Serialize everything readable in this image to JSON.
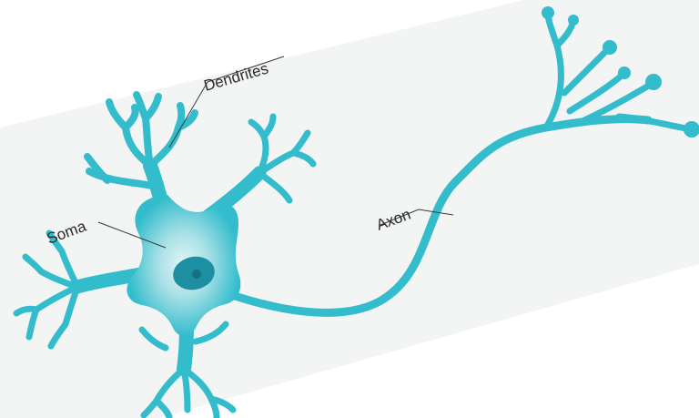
{
  "diagram": {
    "colors": {
      "cell": "#32bccc",
      "cell_light": "#9fdde4",
      "cell_glow": "#d6f1f3",
      "nucleus": "#1e8fa2",
      "nucleolus": "#156f80",
      "paper": "#f3f4f4",
      "label_line": "#3a3a3a",
      "label_text": "#2a2a2a"
    },
    "labels": {
      "dendrites": "Dendrites",
      "soma": "Soma",
      "axon": "Axon"
    }
  }
}
